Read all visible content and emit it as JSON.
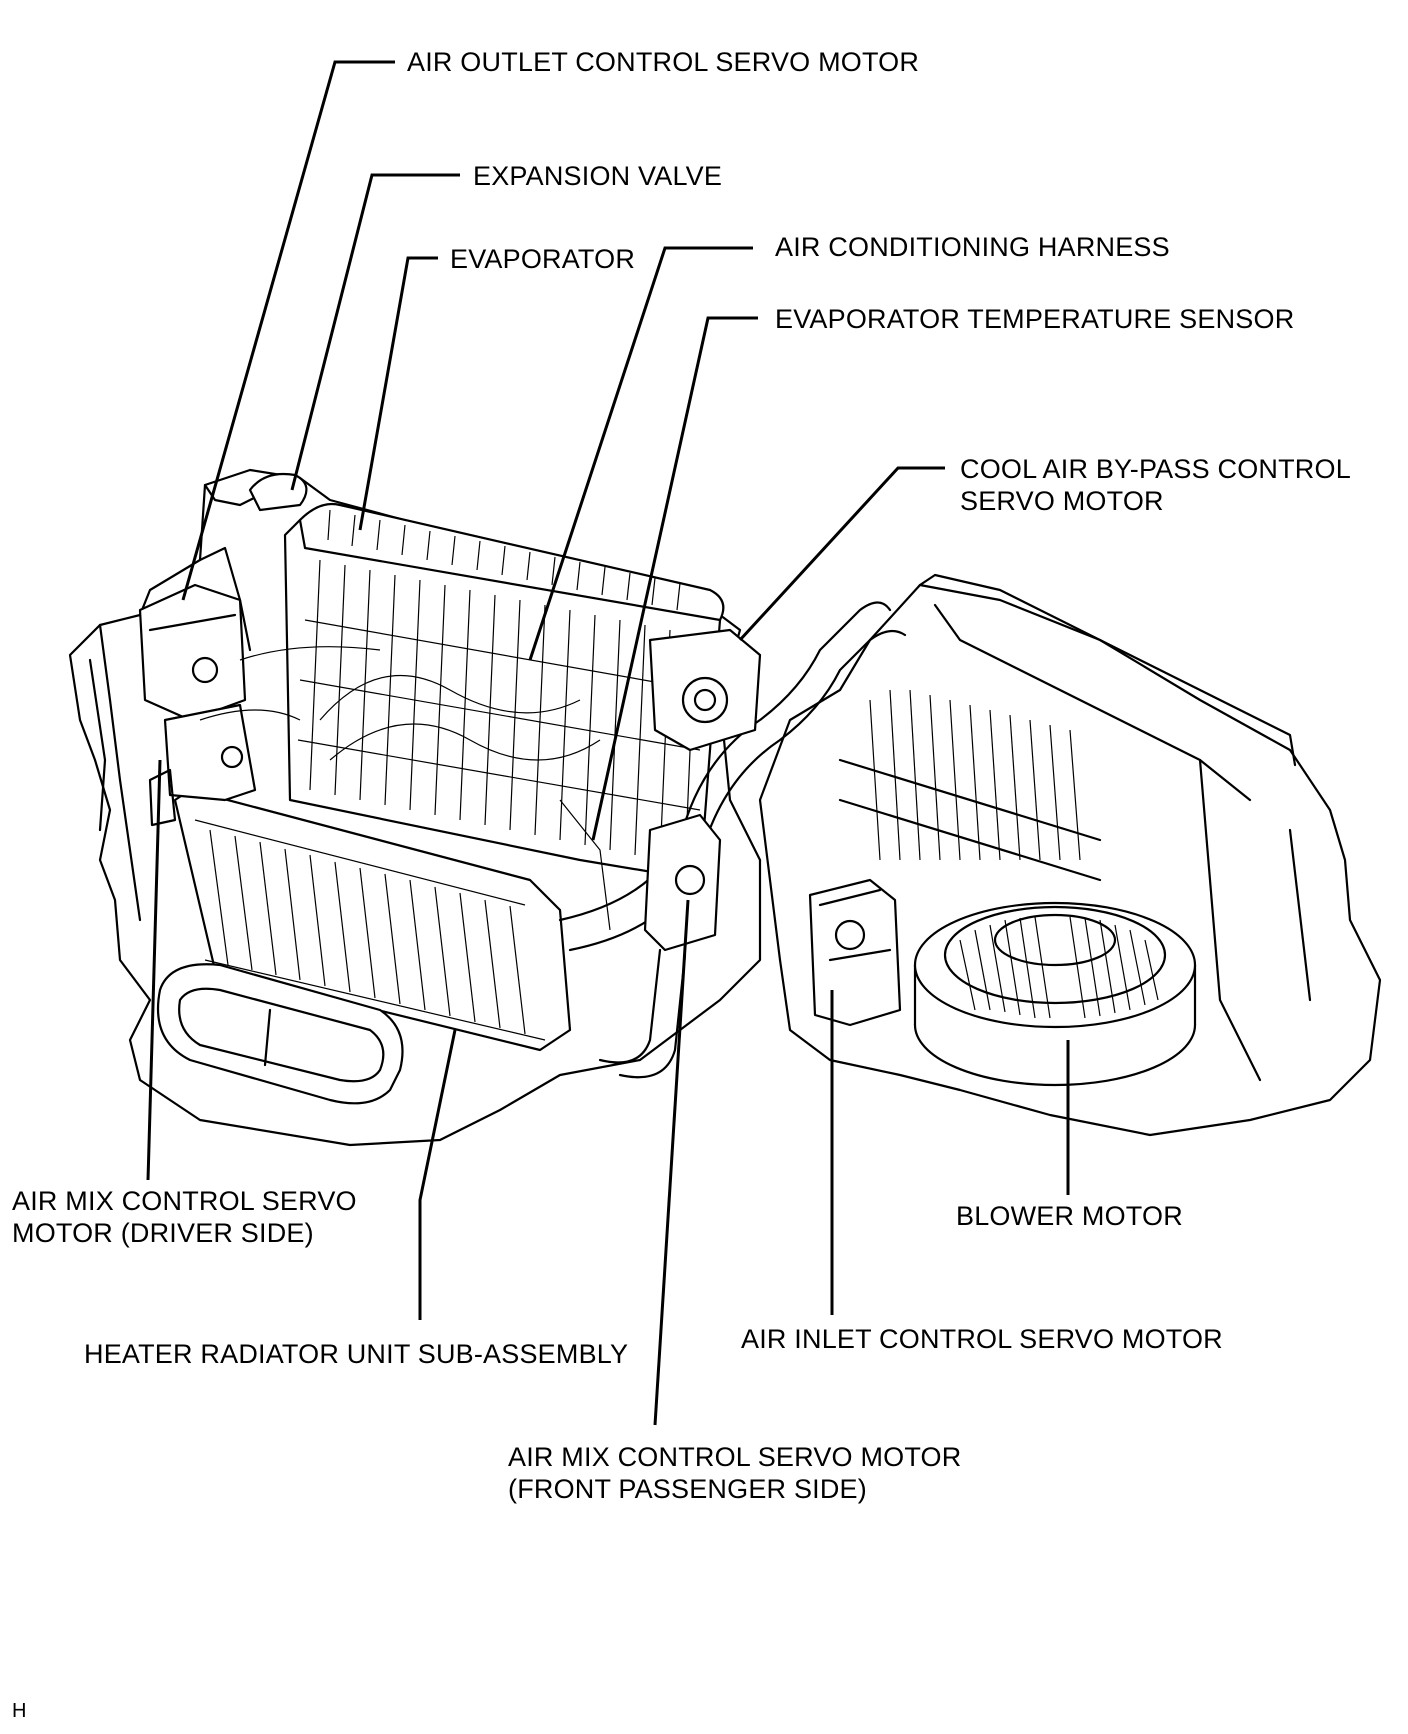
{
  "figure_id": "H",
  "labels": {
    "air_outlet_servo": "AIR OUTLET CONTROL SERVO MOTOR",
    "expansion_valve": "EXPANSION VALVE",
    "evaporator": "EVAPORATOR",
    "ac_harness": "AIR CONDITIONING HARNESS",
    "evap_temp_sensor": "EVAPORATOR TEMPERATURE SENSOR",
    "cool_air_bypass": "COOL AIR BY-PASS CONTROL\nSERVO MOTOR",
    "air_mix_driver": "AIR MIX CONTROL SERVO\nMOTOR (DRIVER SIDE)",
    "blower_motor": "BLOWER MOTOR",
    "heater_radiator": "HEATER RADIATOR UNIT SUB-ASSEMBLY",
    "air_inlet_servo": "AIR INLET CONTROL SERVO MOTOR",
    "air_mix_passenger": "AIR MIX CONTROL SERVO MOTOR\n(FRONT PASSENGER SIDE)"
  }
}
